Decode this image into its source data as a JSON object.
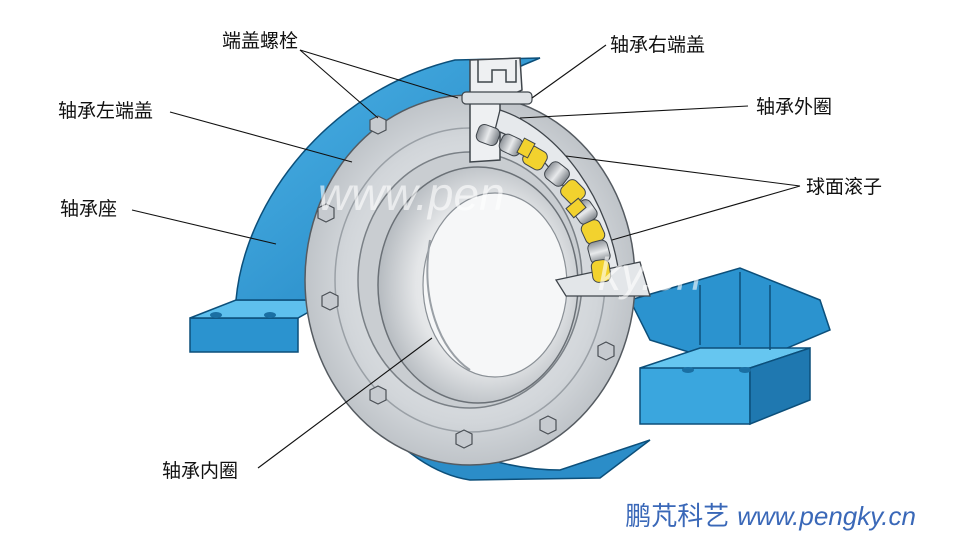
{
  "labels": {
    "end_cover_bolt": "端盖螺栓",
    "left_end_cover": "轴承左端盖",
    "housing": "轴承座",
    "inner_ring": "轴承内圈",
    "right_end_cover": "轴承右端盖",
    "outer_ring": "轴承外圈",
    "spherical_roller": "球面滚子"
  },
  "watermark": {
    "line1": "www.pen",
    "line2": "ky.cn"
  },
  "footer": {
    "brand": "鹏芃科艺",
    "url": "www.pengky.cn"
  },
  "colors": {
    "housing": "#3aa0d8",
    "housing_dark": "#1f7db8",
    "cover": "#d4d8dc",
    "roller_gold": "#f2d22e",
    "footer": "#3a68b8"
  }
}
